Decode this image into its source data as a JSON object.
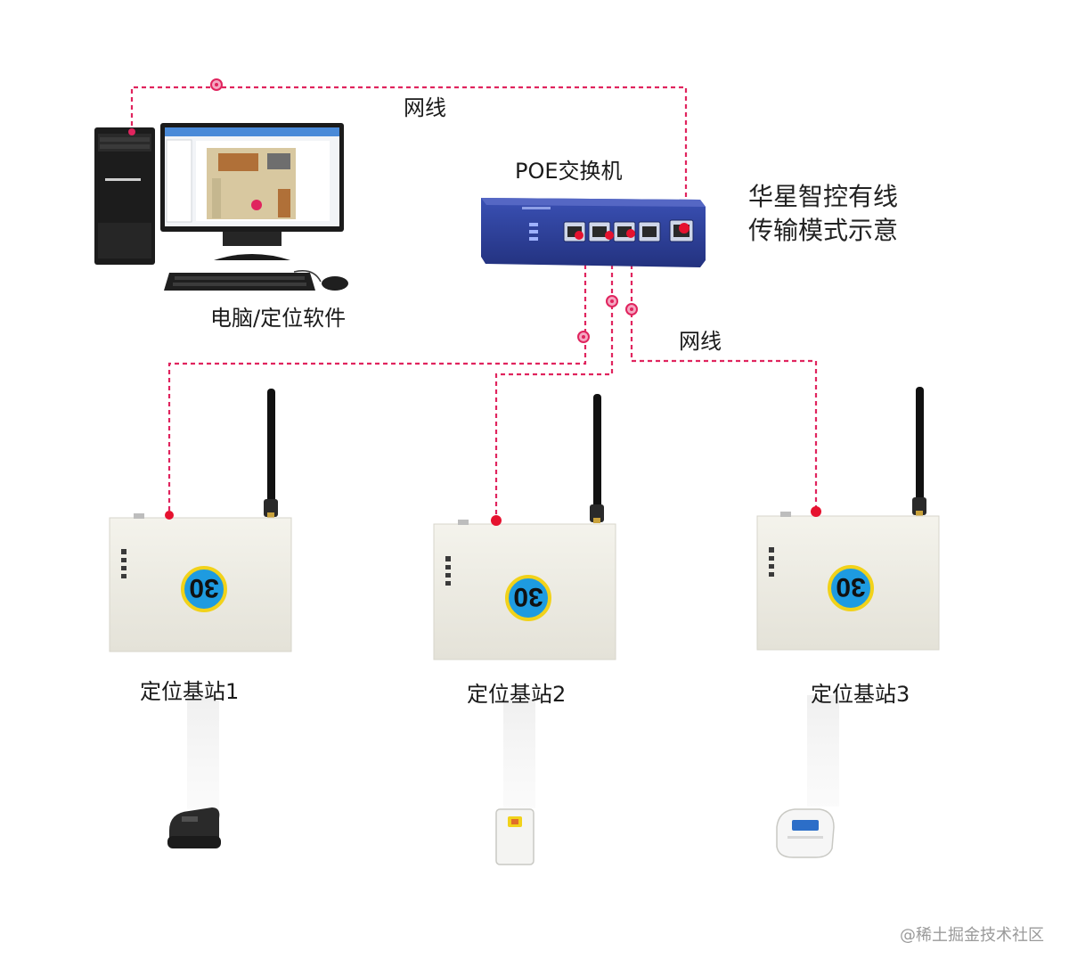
{
  "labels": {
    "cable_top": "网线",
    "cable_right": "网线",
    "switch": "POE交换机",
    "computer": "电脑/定位软件",
    "title_line1": "华星智控有线",
    "title_line2": "传输模式示意",
    "station1": "定位基站1",
    "station2": "定位基站2",
    "station3": "定位基站3",
    "station_badge": "30",
    "watermark": "@稀土掘金技术社区"
  },
  "colors": {
    "cable": "#e0245e",
    "switch_body": "#2c3f9a",
    "badge_fill": "#1e9be0",
    "badge_ring": "#f1d21a",
    "box": "#ecebe4"
  }
}
